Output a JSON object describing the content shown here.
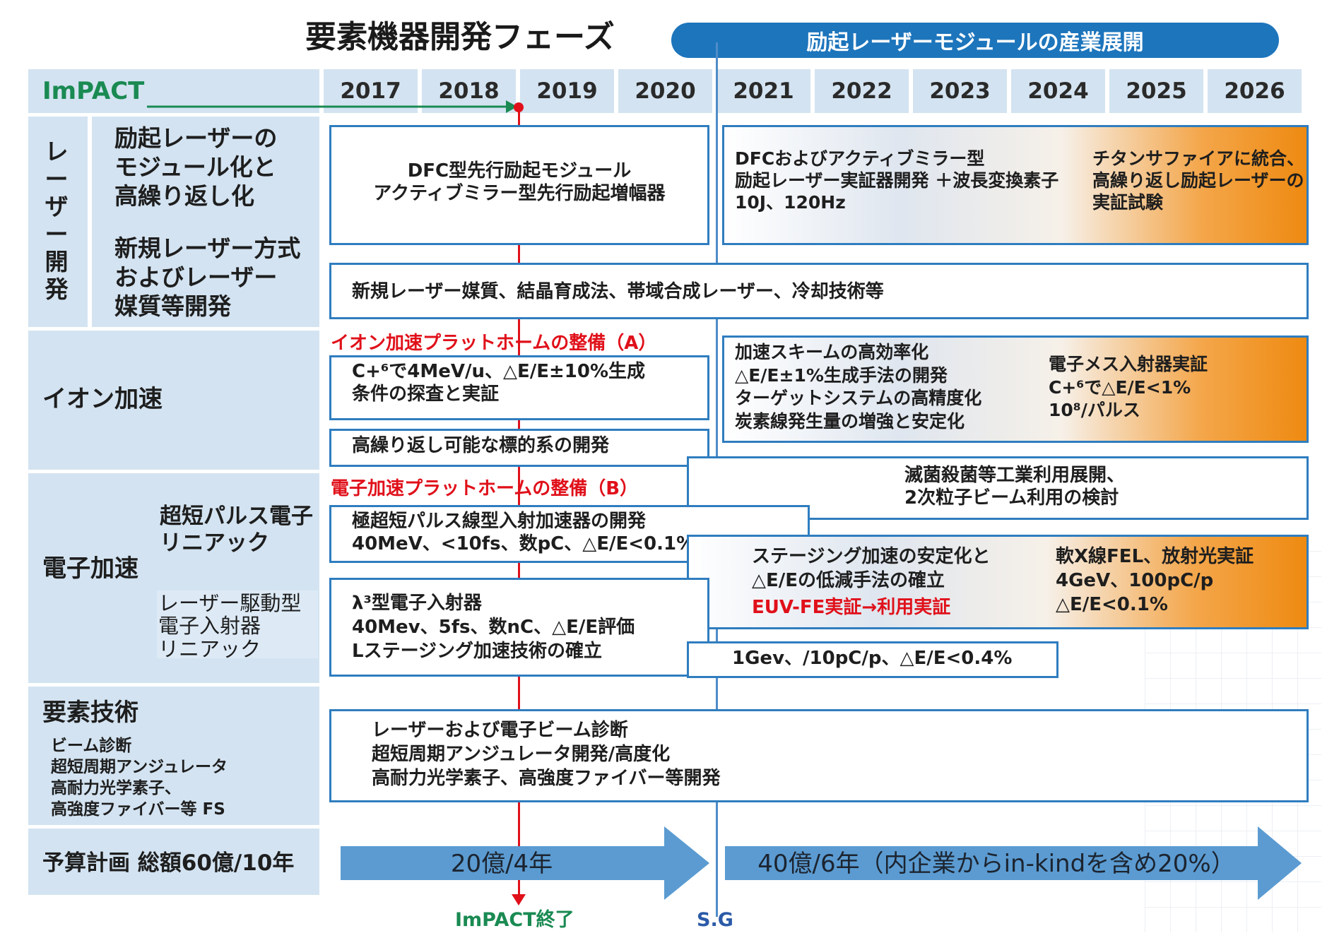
{
  "header": {
    "title": "要素機器開発フェーズ",
    "banner": "励起レーザーモジュールの産業展開",
    "impact": "ImPACT",
    "years": [
      "2017",
      "2018",
      "2019",
      "2020",
      "2021",
      "2022",
      "2023",
      "2024",
      "2025",
      "2026"
    ]
  },
  "rows": {
    "laser": {
      "category": "レ\nー\nザ\nー\n開\n発",
      "sub1": "励起レーザーの\nモジュール化と\n高繰り返し化",
      "sub2": "新規レーザー方式\nおよびレーザー\n媒質等開発"
    },
    "ion": {
      "category": "イオン加速"
    },
    "electron": {
      "category": "電子加速",
      "sub1": "超短パルス電子\nリニアック",
      "sub2": "レーザー駆動型\n電子入射器\nリニアック"
    },
    "element": {
      "category": "要素技術",
      "detail": "ビーム診断\n超短周期アンジュレータ\n高耐力光学素子、\n高強度ファイバー等 FS"
    },
    "budget": {
      "label": "予算計画 総額60億/10年"
    }
  },
  "boxes": {
    "dfc": "DFC型先行励起モジュール\nアクティブミラー型先行励起増幅器",
    "dfc_active": "DFCおよびアクティブミラー型\n励起レーザー実証器開発 ＋波長変換素子\n10J、120Hz",
    "titan": "チタンサファイアに統合、\n高繰り返し励起レーザーの\n実証試験",
    "new_laser": "新規レーザー媒質、結晶育成法、帯域合成レーザー、冷却技術等",
    "ion_platform": "イオン加速プラットホームの整備（A）",
    "ion_c6": "C+⁶で4MeV/u、△E/E±10%生成\n条件の探査と実証",
    "ion_target": "高繰り返し可能な標的系の開発",
    "ion_scheme": "加速スキームの高効率化\n△E/E±1%生成手法の開発\nターゲットシステムの高精度化\n炭素線発生量の増強と安定化",
    "ion_injector": "電子メス入射器実証\nC+⁶で△E/E<1%\n10⁸/パルス",
    "sterilize": "滅菌殺菌等工業利用展開、\n2次粒子ビーム利用の検討",
    "e_platform": "電子加速プラットホームの整備（B）",
    "e_linac": "極超短パルス線型入射加速器の開発\n40MeV、<10fs、数pC、△E/E<0.1%",
    "e_staging": "ステージング加速の安定化と\n△E/Eの低減手法の確立",
    "e_euv": "EUV-FE実証→利用実証",
    "e_fel": "軟X線FEL、放射光実証\n4GeV、100pC/p\n△E/E<0.1%",
    "e_lambda": "λ³型電子入射器\n  40Mev、5fs、数nC、△E/E評価\nLステージング加速技術の確立",
    "e_1gev": "1Gev、/10pC/p、△E/E<0.4%",
    "element_box": "レーザーおよび電子ビーム診断\n超短周期アンジュレータ開発/高度化\n高耐力光学素子、高強度ファイバー等開発"
  },
  "budget": {
    "arrow1": "20億/4年",
    "arrow2": "40億/6年（内企業からin-kindを含め20%）"
  },
  "footer": {
    "impact_end": "ImPACT終了",
    "sg": "S.G"
  },
  "colors": {
    "accent_blue": "#1d75bc",
    "light_blue": "#d3e3f1",
    "budget_arrow": "#5b9bd1",
    "impact_green": "#1a8a52",
    "red": "#e0101a",
    "orange": "#ee8a11"
  }
}
